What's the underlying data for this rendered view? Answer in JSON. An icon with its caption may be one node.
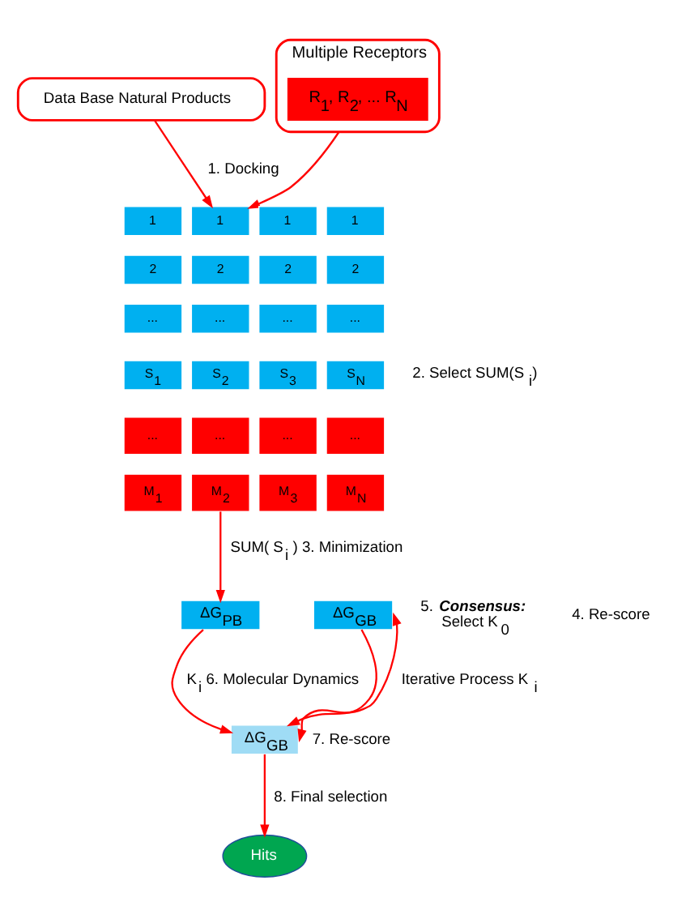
{
  "diagram": {
    "nodes": [
      {
        "text": [
          "Data Base Natural Products"
        ]
      },
      {
        "text": [
          "Multiple Receptors"
        ]
      },
      {
        "text": [
          "R$_{1}$, R$_{2}$, ... R$_{N}$"
        ],
        "in": 1
      },
      {
        "text": [
          "1"
        ]
      },
      {
        "text": [
          "1"
        ]
      },
      {
        "text": [
          "1"
        ]
      },
      {
        "text": [
          "1"
        ]
      },
      {
        "text": [
          "2"
        ]
      },
      {
        "text": [
          "2"
        ]
      },
      {
        "text": [
          "2"
        ]
      },
      {
        "text": [
          "2"
        ]
      },
      {
        "text": [
          "..."
        ]
      },
      {
        "text": [
          "..."
        ]
      },
      {
        "text": [
          "..."
        ]
      },
      {
        "text": [
          "..."
        ]
      },
      {
        "text": [
          "S$_{1}$"
        ]
      },
      {
        "text": [
          "S$_{2}$"
        ]
      },
      {
        "text": [
          "S$_{3}$"
        ]
      },
      {
        "text": [
          "S$_{N}$"
        ]
      },
      {
        "text": [
          "..."
        ]
      },
      {
        "text": [
          "..."
        ]
      },
      {
        "text": [
          "..."
        ]
      },
      {
        "text": [
          "..."
        ]
      },
      {
        "text": [
          "M$_{1}$"
        ]
      },
      {
        "text": [
          "M$_{2}$"
        ]
      },
      {
        "text": [
          "M$_{3}$"
        ]
      },
      {
        "text": [
          "M$_{N}$"
        ]
      },
      {
        "text": [
          "ΔG$_{PB}$"
        ]
      },
      {
        "text": [
          "ΔG$_{GB}$"
        ]
      },
      {
        "text": [
          "ΔG$_{GB}$"
        ],
        "beside": [
          "7. Re-score"
        ]
      },
      {
        "text": [
          "Hits"
        ]
      }
    ],
    "edges": [
      {
        "from": 0,
        "to": 4,
        "arrow": "to",
        "label": "1. Docking"
      },
      {
        "from": 1,
        "to": 4,
        "arrow": "to"
      },
      {
        "from": 24,
        "to": 27,
        "arrow": "to",
        "label": "SUM( S$_{i}$ ) 3. Minimization"
      },
      {
        "from": 27,
        "to": 29,
        "arrow": "to",
        "label": "K$_{i}$ 6. Molecular Dynamics"
      },
      {
        "from": 28,
        "to": 29,
        "arrow": "to"
      },
      {
        "from": 29,
        "to": 28,
        "arrow": "both",
        "label": "Iterative Process K$_{i}$"
      },
      {
        "from": 29,
        "to": 30,
        "arrow": "to",
        "label": "8. Final selection"
      }
    ],
    "labels": [
      "2. Select SUM(S$_{i}$)",
      "4. Re-score",
      "5. **Consensus:** Select K$_{0}$"
    ]
  }
}
